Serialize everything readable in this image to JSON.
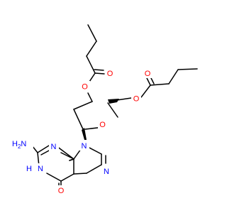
{
  "molecule": {
    "atom_labels": {
      "o_ring": "O",
      "o_ester_3": "O",
      "o_carbonyl_3": "O",
      "o_ester_5": "O",
      "o_carbonyl_5": "O",
      "n9": "N",
      "n3": "N",
      "n1": "N",
      "h_n1": "H",
      "n7": "N",
      "o6": "O",
      "nh2": "NH",
      "nh2_sub": "2"
    },
    "colors": {
      "bond": "#000000",
      "oxygen": "#ff0000",
      "nitrogen": "#0000ff"
    }
  }
}
